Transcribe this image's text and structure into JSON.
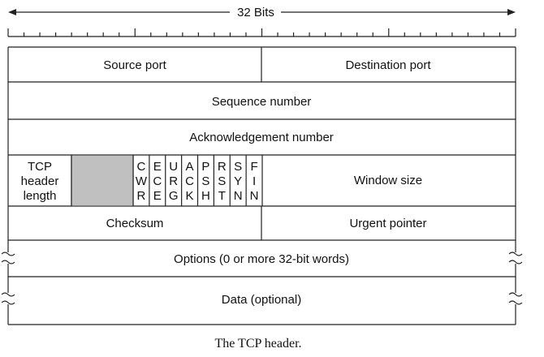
{
  "width_label": "32 Bits",
  "fields": {
    "source_port": "Source port",
    "destination_port": "Destination port",
    "sequence_number": "Sequence number",
    "ack_number": "Acknowledgement number",
    "tcp_header_length": [
      "TCP",
      "header",
      "length"
    ],
    "window_size": "Window size",
    "checksum": "Checksum",
    "urgent_pointer": "Urgent pointer",
    "options": "Options (0 or more 32-bit words)",
    "data": "Data (optional)"
  },
  "flags": [
    [
      "C",
      "W",
      "R"
    ],
    [
      "E",
      "C",
      "E"
    ],
    [
      "U",
      "R",
      "G"
    ],
    [
      "A",
      "C",
      "K"
    ],
    [
      "P",
      "S",
      "H"
    ],
    [
      "R",
      "S",
      "T"
    ],
    [
      "S",
      "Y",
      "N"
    ],
    [
      "F",
      "I",
      "N"
    ]
  ],
  "caption": "The TCP header.",
  "colors": {
    "reserved_fill": "#c0c0c0",
    "stroke": "#222222"
  }
}
